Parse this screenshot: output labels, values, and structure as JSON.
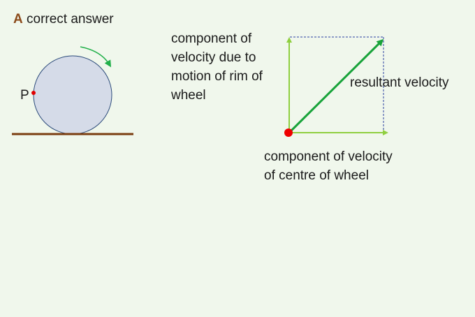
{
  "title": {
    "letter": "A",
    "text": "correct answer"
  },
  "wheel": {
    "point_label": "P",
    "wheel_fill": "#d5dbe8",
    "ground_color": "#7a3d0f",
    "rotation_arrow_color": "#22b04a",
    "point_color": "#e00000"
  },
  "vector_diagram": {
    "vertical_label_lines": [
      "component of",
      "velocity due to",
      "motion of rim of",
      "wheel"
    ],
    "resultant_label": "resultant velocity",
    "horizontal_label_lines": [
      "component of velocity",
      "of centre of wheel"
    ],
    "resultant_color": "#18a33a",
    "component_color": "#8fcf3f",
    "dashed_color": "#2a3fa0",
    "origin_color": "#ee0000"
  }
}
